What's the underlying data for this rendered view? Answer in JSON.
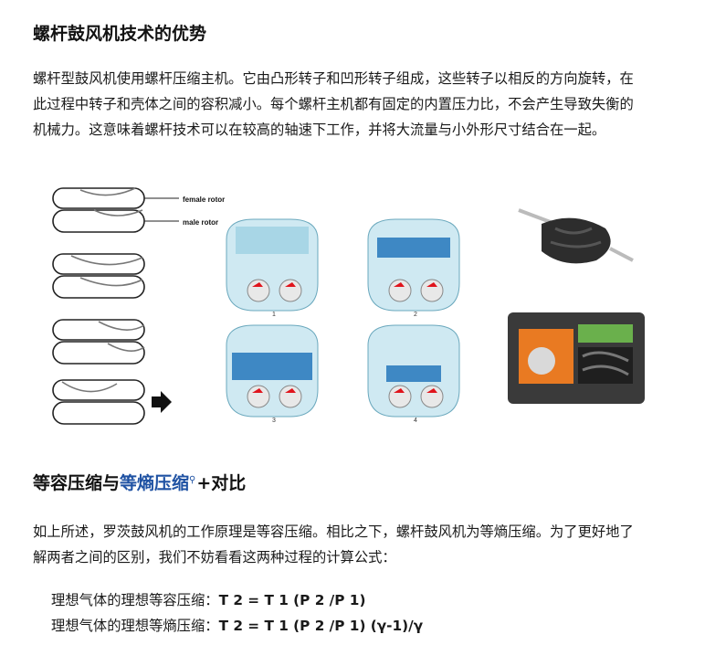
{
  "section1": {
    "heading": "螺杆鼓风机技术的优势",
    "paragraph": "螺杆型鼓风机使用螺杆压缩主机。它由凸形转子和凹形转子组成，这些转子以相反的方向旋转，在此过程中转子和壳体之间的容积减小。每个螺杆主机都有固定的内置压力比，不会产生导致失衡的机械力。这意味着螺杆技术可以在较高的轴速下工作，并将大流量与小外形尺寸结合在一起。"
  },
  "figure": {
    "rotor_labels": [
      "female rotor",
      "male rotor"
    ],
    "stage_numbers": [
      "1",
      "2",
      "3",
      "4"
    ]
  },
  "section2": {
    "heading_prefix": "等容压缩与",
    "heading_keyword": "等熵压缩",
    "heading_suffix": "+对比",
    "paragraph": "如上所述，罗茨鼓风机的工作原理是等容压缩。相比之下，螺杆鼓风机为等熵压缩。为了更好地了解两者之间的区别，我们不妨看看这两种过程的计算公式：",
    "formulas": [
      {
        "label": "理想气体的理想等容压缩：",
        "expr": "T 2 = T 1 (P 2 /P 1)"
      },
      {
        "label": "理想气体的理想等熵压缩：",
        "expr": "T 2 = T 1 (P 2 /P 1) (γ-1)/γ"
      }
    ]
  }
}
